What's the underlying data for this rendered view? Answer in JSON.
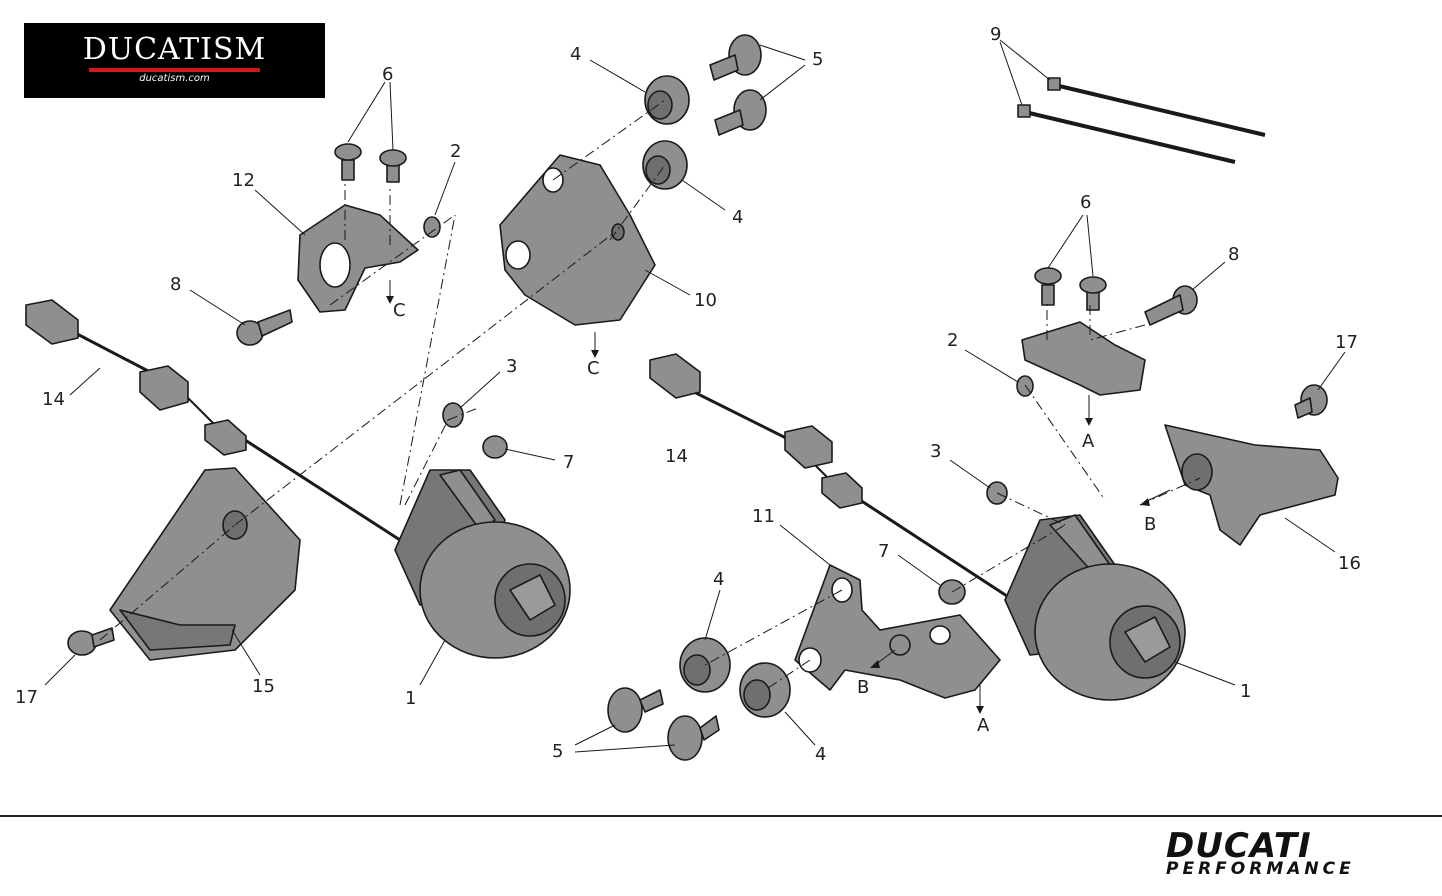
{
  "brand": {
    "name": "DUCATISM",
    "url": "ducatism.com"
  },
  "footer": {
    "logo_main": "DUCATI",
    "logo_sub": "PERFORMANCE"
  },
  "callouts": {
    "c1a": "1",
    "c1b": "1",
    "c2a": "2",
    "c2b": "2",
    "c3a": "3",
    "c3b": "3",
    "c4a": "4",
    "c4b": "4",
    "c4c": "4",
    "c4d": "4",
    "c5a": "5",
    "c5b": "5",
    "c6a": "6",
    "c6b": "6",
    "c7a": "7",
    "c7b": "7",
    "c8a": "8",
    "c8b": "8",
    "c9": "9",
    "c10": "10",
    "c11": "11",
    "c12": "12",
    "c14a": "14",
    "c14b": "14",
    "c15": "15",
    "c16": "16",
    "c17a": "17",
    "c17b": "17"
  },
  "refs": {
    "a1": "A",
    "a2": "A",
    "b1": "B",
    "b2": "B",
    "c1": "C",
    "c2": "C"
  },
  "colors": {
    "part_fill": "#8f8f8f",
    "part_dark": "#6f6f6f",
    "line": "#1a1a1a",
    "brand_red": "#cc1b1b"
  }
}
